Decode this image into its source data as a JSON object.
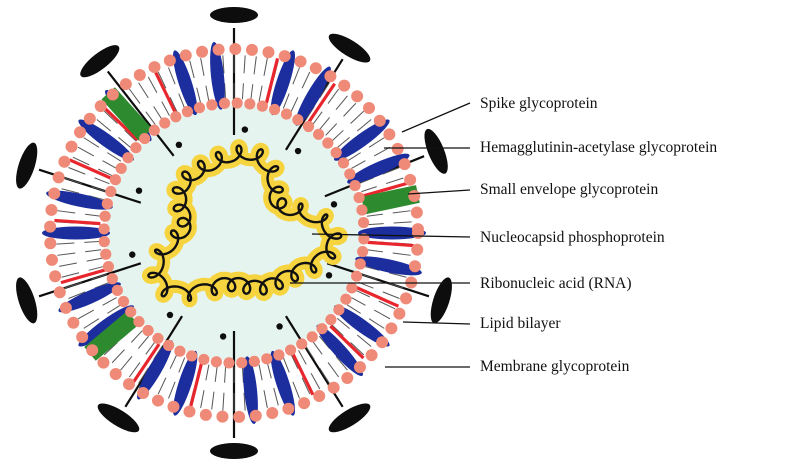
{
  "diagram": {
    "labels": [
      "Spike glycoprotein",
      "Hemagglutinin-acetylase glycoprotein",
      "Small envelope glycoprotein",
      "Nucleocapsid phosphoprotein",
      "Ribonucleic acid (RNA)",
      "Lipid bilayer",
      "Membrane glycoprotein"
    ]
  },
  "colors": {
    "background": "#ffffff",
    "interior": "#e6f4ef",
    "lipid_head": "#f08a78",
    "lipid_tail": "#555555",
    "membrane_protein": "#1c2e9e",
    "envelope_marker": "#e8262d",
    "hemagglutinin": "#2e8a2e",
    "spike": "#0d0d0d",
    "nucleocapsid": "#f6d440",
    "nucleocapsid_edge": "#c9a21a",
    "rna": "#111111",
    "leader_line": "#111111"
  }
}
